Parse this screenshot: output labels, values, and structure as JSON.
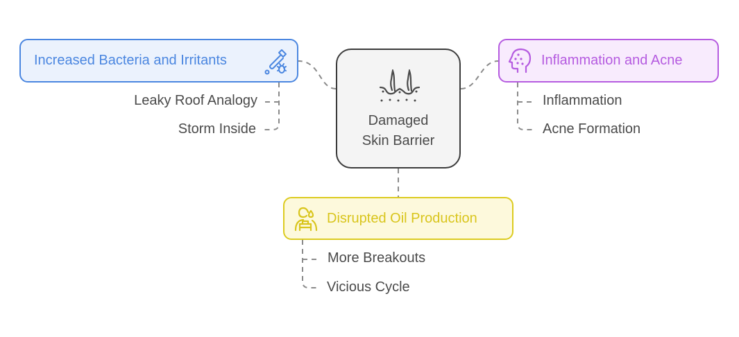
{
  "center": {
    "line1": "Damaged",
    "line2": "Skin Barrier",
    "icon": "skin-hair-icon"
  },
  "branches": [
    {
      "title": "Increased Bacteria and Irritants",
      "icon": "dropper-bug-icon",
      "color": "#4a86e0",
      "items": [
        "Leaky Roof Analogy",
        "Storm Inside"
      ]
    },
    {
      "title": "Inflammation and Acne",
      "icon": "face-acne-icon",
      "color": "#b55be0",
      "items": [
        "Inflammation",
        "Acne Formation"
      ]
    },
    {
      "title": "Disrupted Oil Production",
      "icon": "person-oil-icon",
      "color": "#d9c51c",
      "items": [
        "More Breakouts",
        "Vicious Cycle"
      ]
    }
  ],
  "connector_color": "#8a8a8a"
}
